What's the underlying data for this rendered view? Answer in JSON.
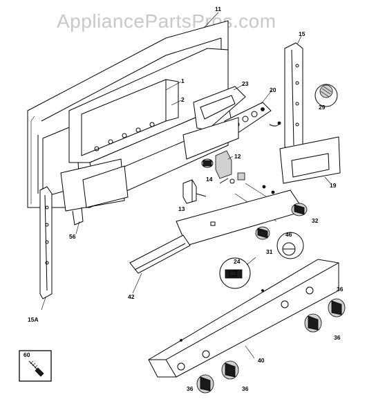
{
  "watermark": "AppliancePartsPros.com",
  "parts": {
    "p1": "1",
    "p2": "2",
    "p11": "11",
    "p12": "12",
    "p13": "13",
    "p14": "14",
    "p15": "15",
    "p15a": "15A",
    "p19": "19",
    "p20": "20",
    "p23": "23",
    "p24": "24",
    "p29": "29",
    "p31": "31",
    "p32": "32",
    "p36a": "36",
    "p36b": "36",
    "p36c": "36",
    "p36d": "36",
    "p40": "40",
    "p42": "42",
    "p46": "46",
    "p56": "56",
    "p60": "60"
  }
}
